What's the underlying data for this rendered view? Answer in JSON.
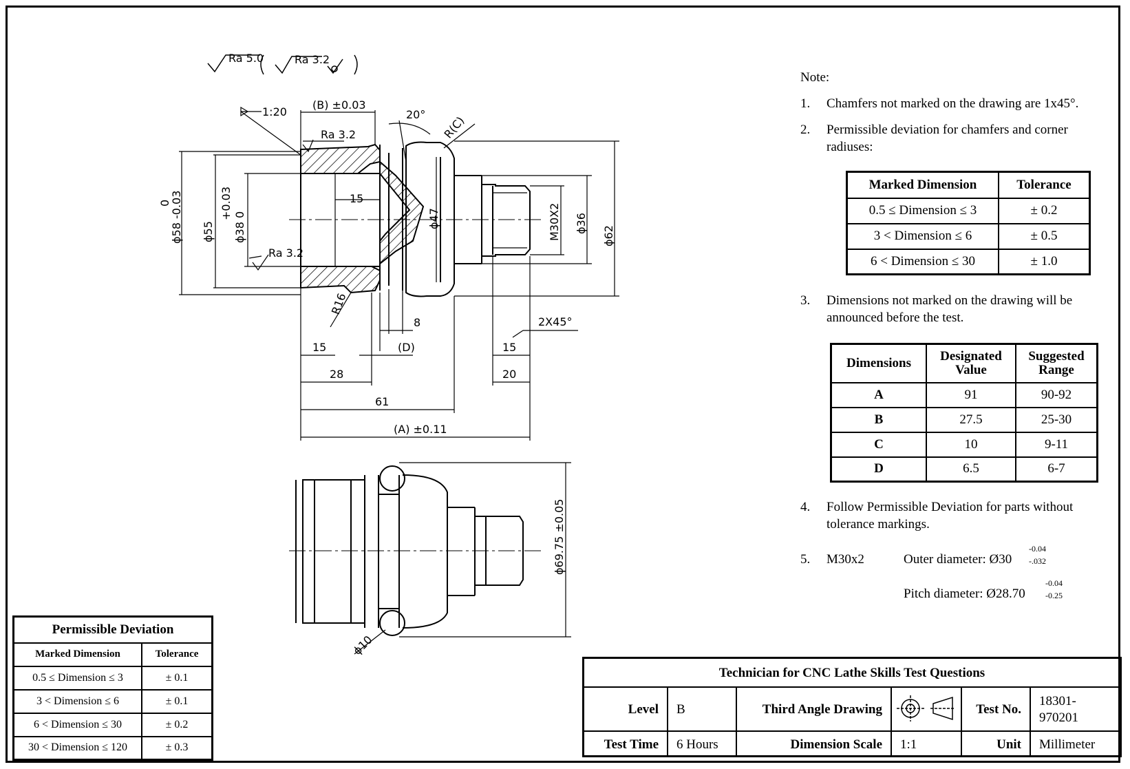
{
  "surface_finish": {
    "main": "Ra 5.0",
    "secondary": "Ra 3.2"
  },
  "drawing_labels": {
    "taper": "1:20",
    "b_dim": "(B) ±0.03",
    "ra_top": "Ra 3.2",
    "ra_bottom": "Ra 3.2",
    "angle": "20°",
    "rc": "R(C)",
    "d58_a": "0",
    "d58_b": "ϕ58 -0.03",
    "d55": "ϕ55",
    "d38_a": "+0.03",
    "d38_b": "ϕ38  0",
    "d15_inner": "15",
    "d47": "ϕ47",
    "m30": "M30X2",
    "d36": "ϕ36",
    "d62": "ϕ62",
    "r16": "R16",
    "d8": "8",
    "chamfer": "2X45°",
    "l15a": "15",
    "ld": "(D)",
    "l15b": "15",
    "l28": "28",
    "l20": "20",
    "l61": "61",
    "la": "(A) ±0.11",
    "d6975": "ϕ69.75 ±0.05",
    "d10": "ϕ10"
  },
  "notes": {
    "heading": "Note:",
    "n1_num": "1.",
    "n1": "Chamfers not marked on the drawing are 1x45°.",
    "n2_num": "2.",
    "n2": "Permissible deviation for chamfers and corner radiuses:",
    "n3_num": "3.",
    "n3": "Dimensions not marked on the drawing will be announced before the test.",
    "n4_num": "4.",
    "n4": "Follow Permissible Deviation for parts without tolerance markings.",
    "n5_num": "5.",
    "n5_label": "M30x2",
    "n5_outer": "Outer diameter: Ø30",
    "n5_outer_up": "-0.04",
    "n5_outer_low": "-.032",
    "n5_pitch": "Pitch diameter: Ø28.70",
    "n5_pitch_up": "-0.04",
    "n5_pitch_low": "-0.25"
  },
  "chamfer_table": {
    "headers": [
      "Marked Dimension",
      "Tolerance"
    ],
    "rows": [
      [
        "0.5 ≤ Dimension ≤ 3",
        "± 0.2"
      ],
      [
        "3 < Dimension ≤ 6",
        "± 0.5"
      ],
      [
        "6 < Dimension ≤ 30",
        "± 1.0"
      ]
    ]
  },
  "dimension_table": {
    "headers": [
      "Dimensions",
      "Designated Value",
      "Suggested Range"
    ],
    "rows": [
      [
        "A",
        "91",
        "90-92"
      ],
      [
        "B",
        "27.5",
        "25-30"
      ],
      [
        "C",
        "10",
        "9-11"
      ],
      [
        "D",
        "6.5",
        "6-7"
      ]
    ]
  },
  "permissible_table": {
    "title": "Permissible Deviation",
    "headers": [
      "Marked Dimension",
      "Tolerance"
    ],
    "rows": [
      [
        "0.5 ≤ Dimension ≤ 3",
        "± 0.1"
      ],
      [
        "3 < Dimension ≤ 6",
        "± 0.1"
      ],
      [
        "6 < Dimension ≤ 30",
        "± 0.2"
      ],
      [
        "30 < Dimension ≤ 120",
        "± 0.3"
      ]
    ]
  },
  "title_block": {
    "title": "Technician for CNC Lathe Skills Test Questions",
    "level_label": "Level",
    "level_value": "B",
    "projection_label": "Third  Angle Drawing",
    "test_no_label": "Test No.",
    "test_no_value": "18301-970201",
    "time_label": "Test Time",
    "time_value": "6 Hours",
    "scale_label": "Dimension Scale",
    "scale_value": "1:1",
    "unit_label": "Unit",
    "unit_value": "Millimeter"
  }
}
